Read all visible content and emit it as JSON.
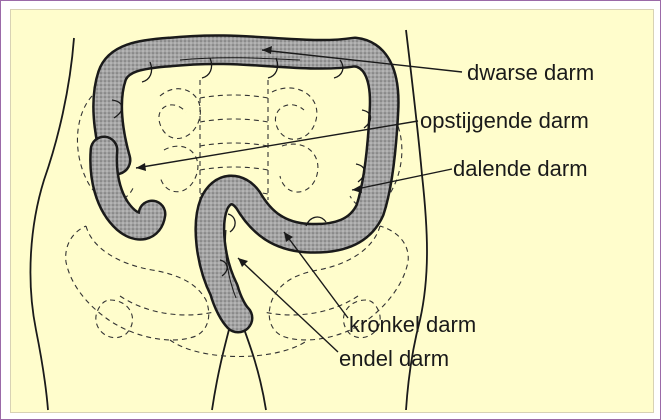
{
  "colors": {
    "frame": "#9b6aa8",
    "panel_background": "#fffdcc",
    "organ_fill": "#9c9c9c",
    "ink": "#1a1a1a"
  },
  "labels": {
    "transverse": "dwarse darm",
    "ascending": "opstijgende darm",
    "descending": "dalende darm",
    "sigmoid": "kronkel darm",
    "rectum": "endel darm"
  }
}
